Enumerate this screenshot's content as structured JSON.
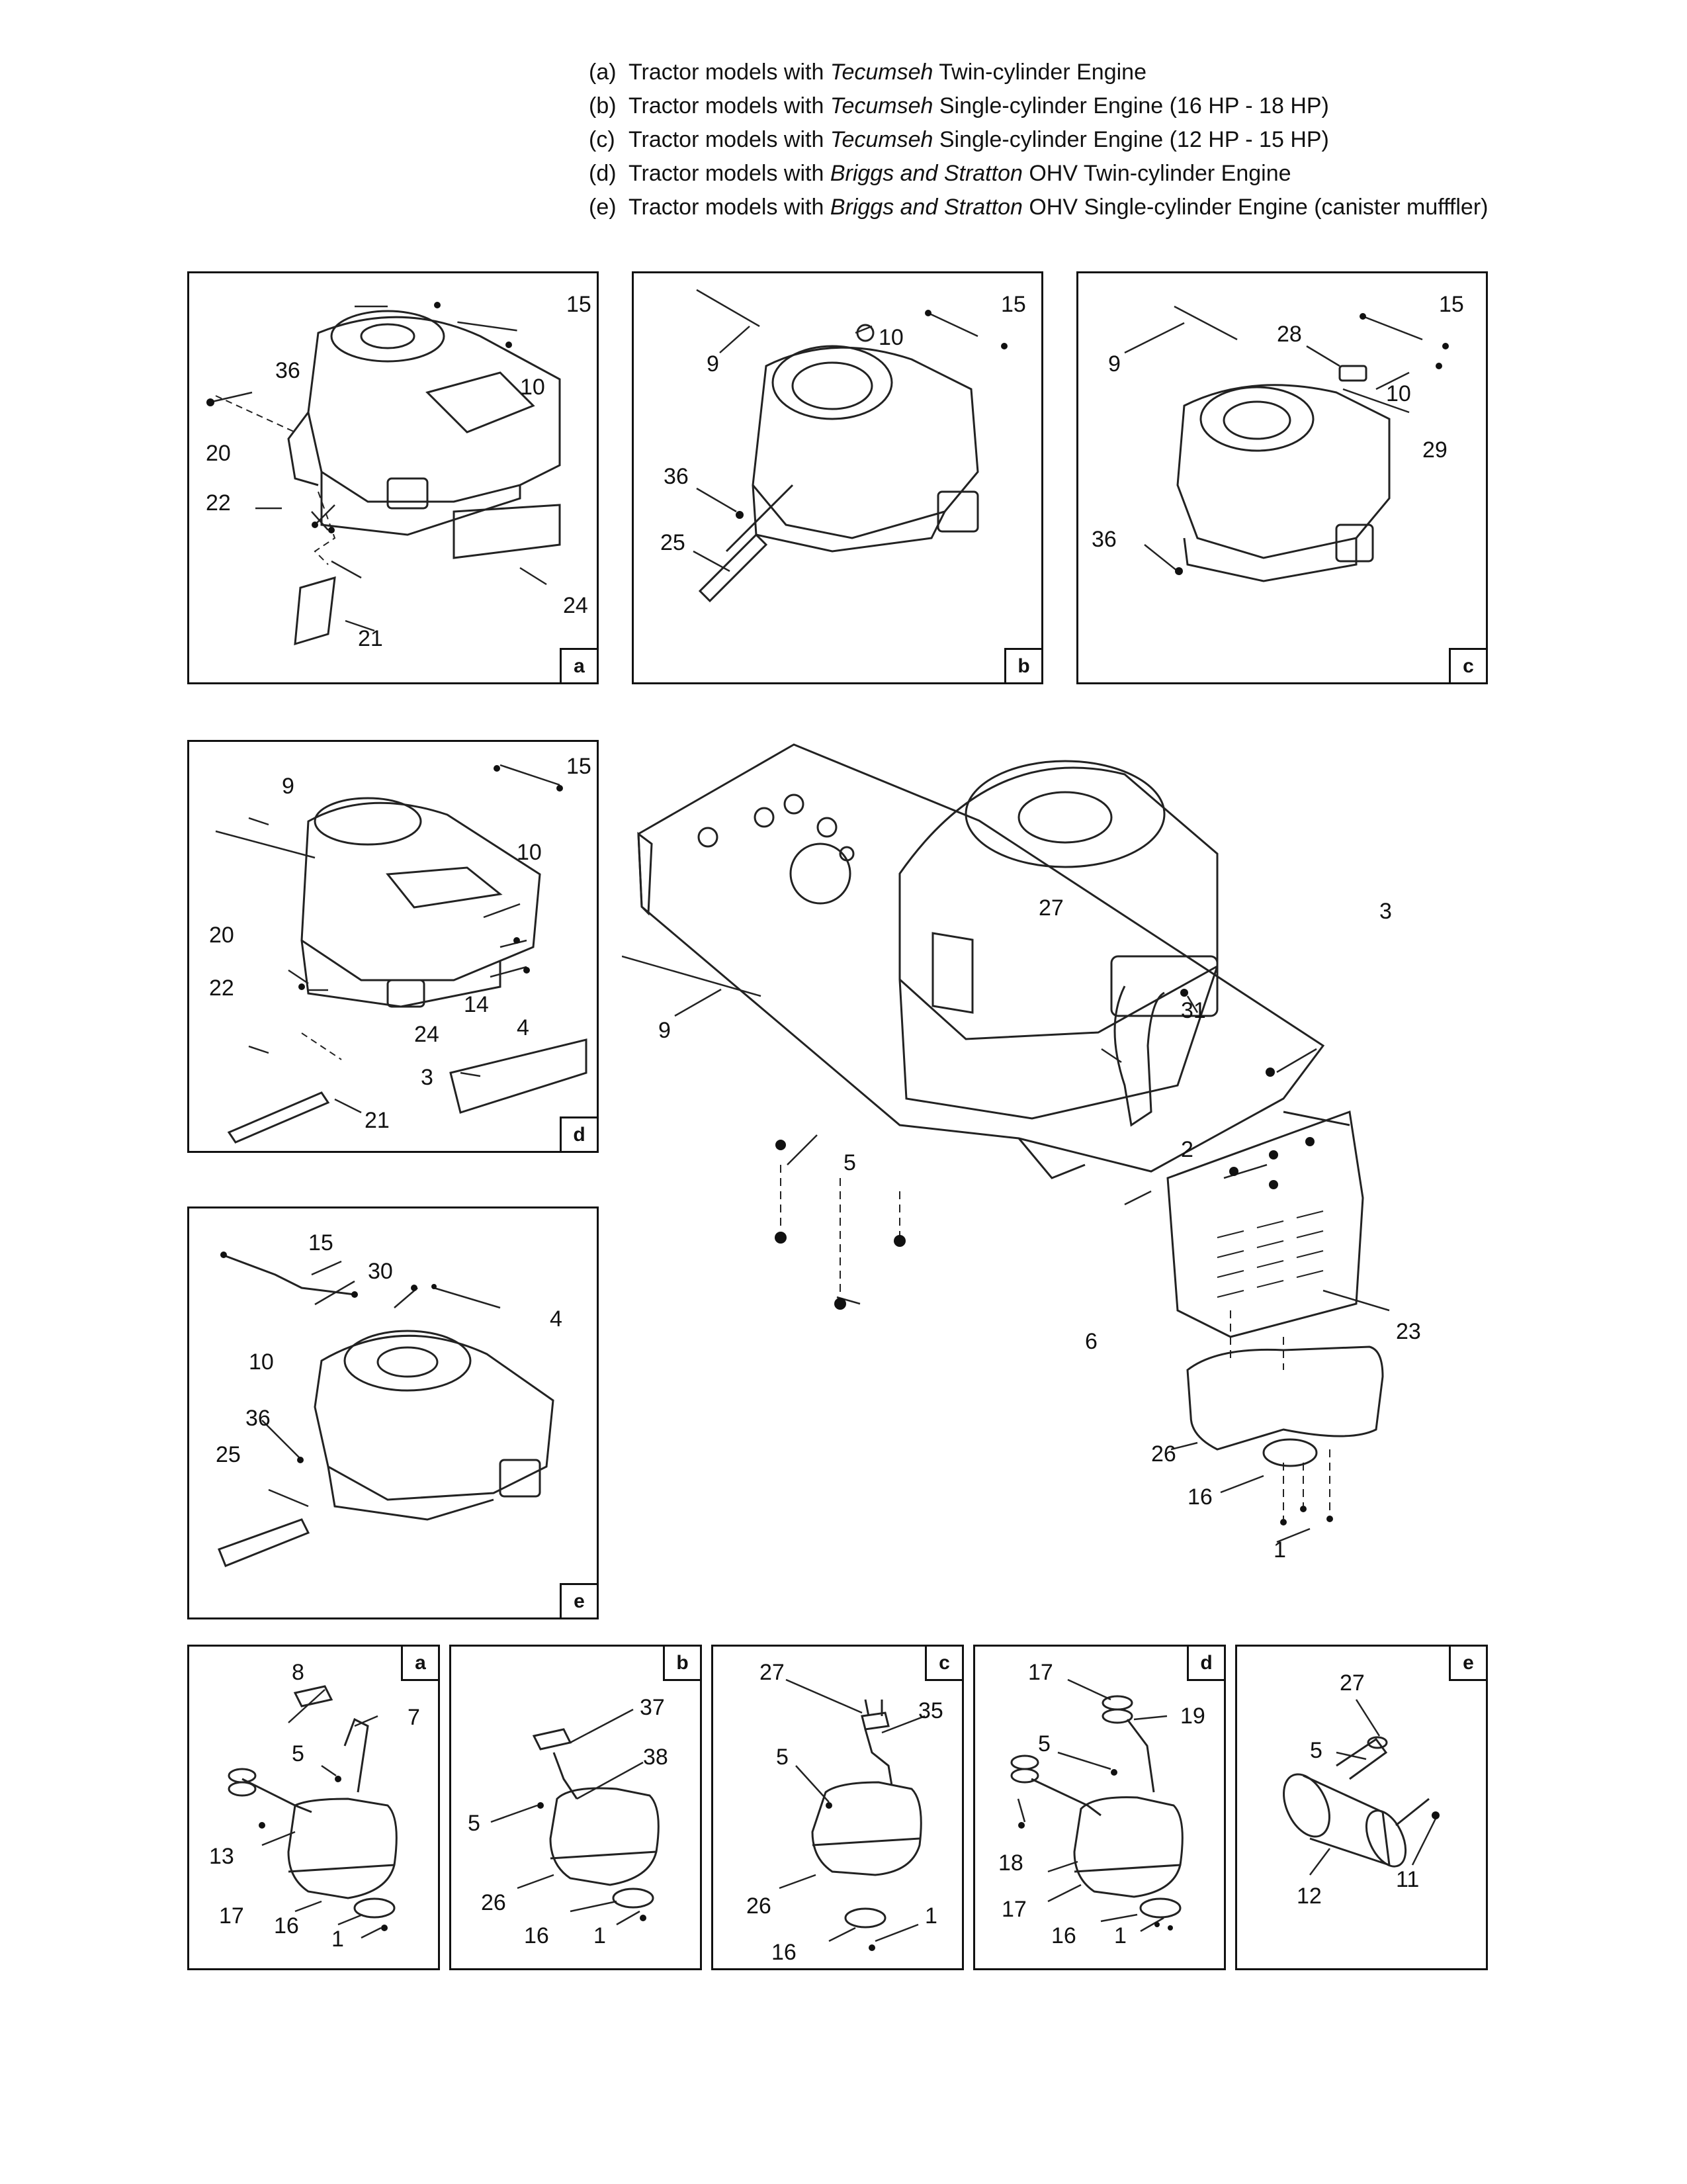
{
  "legend": [
    {
      "tag": "(a)",
      "pre": "Tractor models with ",
      "em": "Tecumseh",
      "post": " Twin-cylinder Engine"
    },
    {
      "tag": "(b)",
      "pre": "Tractor models with ",
      "em": "Tecumseh",
      "post": " Single-cylinder Engine (16 HP - 18 HP)"
    },
    {
      "tag": "(c)",
      "pre": "Tractor models with ",
      "em": "Tecumseh",
      "post": " Single-cylinder Engine (12 HP - 15 HP)"
    },
    {
      "tag": "(d)",
      "pre": "Tractor models with ",
      "em": "Briggs and Stratton",
      "post": " OHV Twin-cylinder Engine"
    },
    {
      "tag": "(e)",
      "pre": "Tractor models with ",
      "em": "Briggs and Stratton",
      "post": " OHV Single-cylinder Engine (canister mufffler)"
    }
  ],
  "engine_panels": {
    "a": {
      "tag": "a",
      "labels": {
        "c15": "15",
        "c10": "10",
        "c36": "36",
        "c20": "20",
        "c22": "22",
        "c24": "24",
        "c21": "21"
      }
    },
    "b": {
      "tag": "b",
      "labels": {
        "c9": "9",
        "c10": "10",
        "c15": "15",
        "c36": "36",
        "c25": "25"
      }
    },
    "c": {
      "tag": "c",
      "labels": {
        "c9": "9",
        "c15": "15",
        "c28": "28",
        "c10": "10",
        "c29": "29",
        "c36": "36"
      }
    },
    "d": {
      "tag": "d",
      "labels": {
        "c15": "15",
        "c9": "9",
        "c10": "10",
        "c20": "20",
        "c22": "22",
        "c14": "14",
        "c4": "4",
        "c24": "24",
        "c3": "3",
        "c21": "21"
      }
    },
    "e": {
      "tag": "e",
      "labels": {
        "c15": "15",
        "c30": "30",
        "c4": "4",
        "c10": "10",
        "c36": "36",
        "c25": "25"
      }
    }
  },
  "main_assembly": {
    "labels": {
      "c27": "27",
      "c3": "3",
      "c9": "9",
      "c31": "31",
      "c5": "5",
      "c2": "2",
      "c23": "23",
      "c6": "6",
      "c26": "26",
      "c16": "16",
      "c1": "1"
    }
  },
  "muffler_panels": {
    "a": {
      "tag": "a",
      "labels": {
        "c8": "8",
        "c7": "7",
        "c5": "5",
        "c13": "13",
        "c17": "17",
        "c16": "16",
        "c1": "1"
      }
    },
    "b": {
      "tag": "b",
      "labels": {
        "c37": "37",
        "c38": "38",
        "c5": "5",
        "c26": "26",
        "c16": "16",
        "c1": "1"
      }
    },
    "c": {
      "tag": "c",
      "labels": {
        "c27": "27",
        "c35": "35",
        "c5": "5",
        "c26": "26",
        "c16": "16",
        "c1": "1"
      }
    },
    "d": {
      "tag": "d",
      "labels": {
        "c17": "17",
        "c19": "19",
        "c5": "5",
        "c18": "18",
        "c17b": "17",
        "c16": "16",
        "c1": "1"
      }
    },
    "e": {
      "tag": "e",
      "labels": {
        "c27": "27",
        "c5": "5",
        "c12": "12",
        "c11": "11"
      }
    }
  }
}
